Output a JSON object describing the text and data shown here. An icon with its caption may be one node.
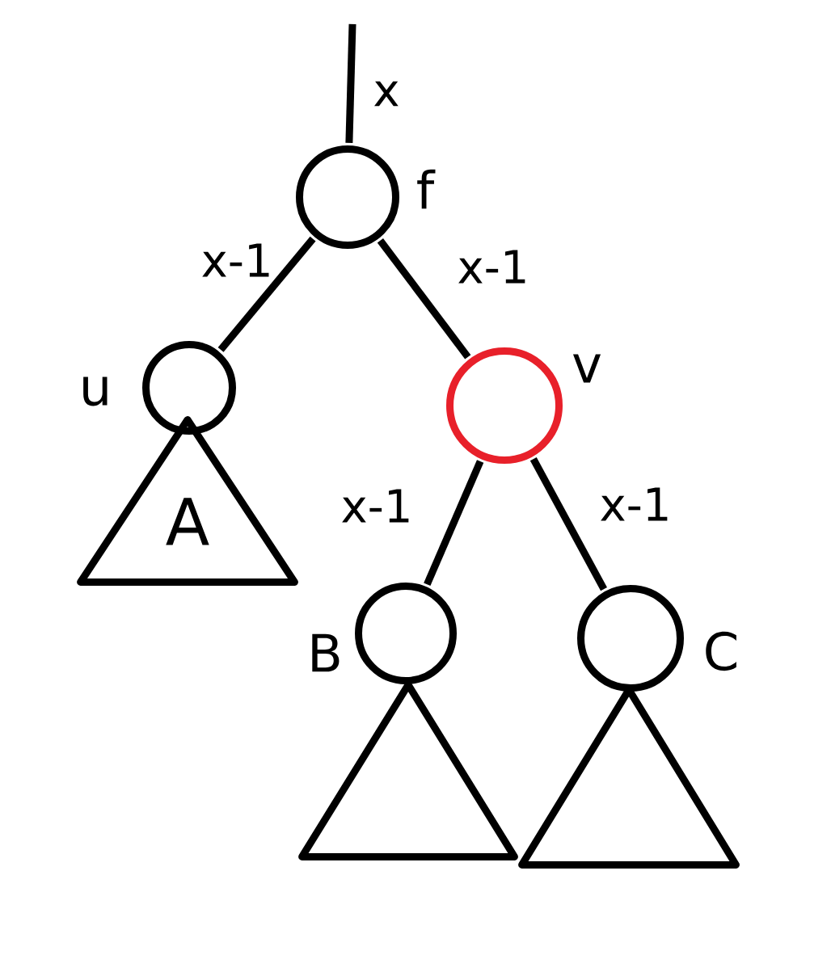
{
  "diagram": {
    "nodes": [
      {
        "text": [],
        "shape": "circle",
        "beside": [
          "f"
        ]
      },
      {
        "text": [],
        "shape": "circle",
        "beside": [
          "u"
        ]
      },
      {
        "text": [],
        "shape": "circle",
        "beside": [
          "v"
        ]
      },
      {
        "text": [
          "A"
        ]
      },
      {
        "text": [],
        "shape": "circle",
        "beside": [
          "B"
        ]
      },
      {
        "text": [],
        "shape": "circle",
        "beside": [
          "C"
        ]
      },
      {
        "text": [],
        "shape": "triangle"
      },
      {
        "text": [],
        "shape": "triangle"
      }
    ],
    "edges": [
      {
        "from": null,
        "to": 0,
        "arrow": "none",
        "label": "x"
      },
      {
        "from": 0,
        "to": 1,
        "arrow": "none",
        "label": "x-1"
      },
      {
        "from": 0,
        "to": 2,
        "arrow": "none",
        "label": "x-1"
      },
      {
        "from": 2,
        "to": 4,
        "arrow": "none",
        "label": "x-1"
      },
      {
        "from": 2,
        "to": 5,
        "arrow": "none",
        "label": "x-1"
      }
    ]
  }
}
